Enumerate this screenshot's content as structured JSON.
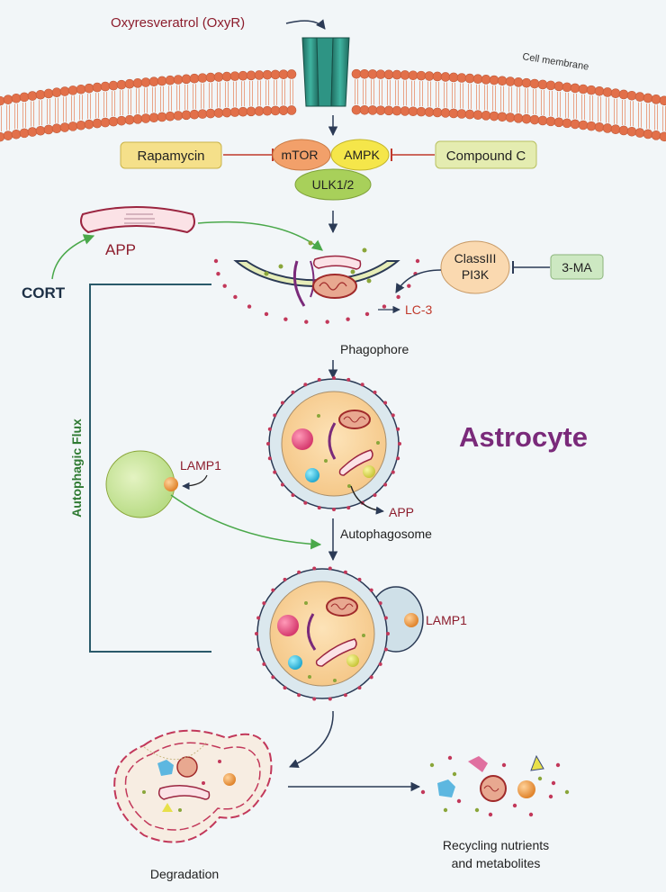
{
  "labels": {
    "oxyr": "Oxyresveratrol (OxyR)",
    "membrane": "Cell membrane",
    "rapamycin": "Rapamycin",
    "mtor": "mTOR",
    "ampk": "AMPK",
    "compound_c": "Compound C",
    "ulk": "ULK1/2",
    "app_top": "APP",
    "cort": "CORT",
    "class3_line1": "ClassIII",
    "class3_line2": "PI3K",
    "ma3": "3-MA",
    "lc3": "LC-3",
    "phagophore": "Phagophore",
    "astrocyte": "Astrocyte",
    "autophagic_flux": "Autophagic Flux",
    "lamp1_left": "LAMP1",
    "app_mid": "APP",
    "autophagosome": "Autophagosome",
    "lamp1_right": "LAMP1",
    "degradation": "Degradation",
    "recycling_line1": "Recycling nutrients",
    "recycling_line2": "and metabolites"
  },
  "colors": {
    "dark_red_text": "#8c1c2c",
    "astrocyte": "#7a2a7a",
    "green_flux": "#2f7a32",
    "arrow_dark": "#2b3a55",
    "inhibit_red": "#c0392b",
    "membrane_head": "#e2704a",
    "teal_line": "#2a5a6a"
  }
}
